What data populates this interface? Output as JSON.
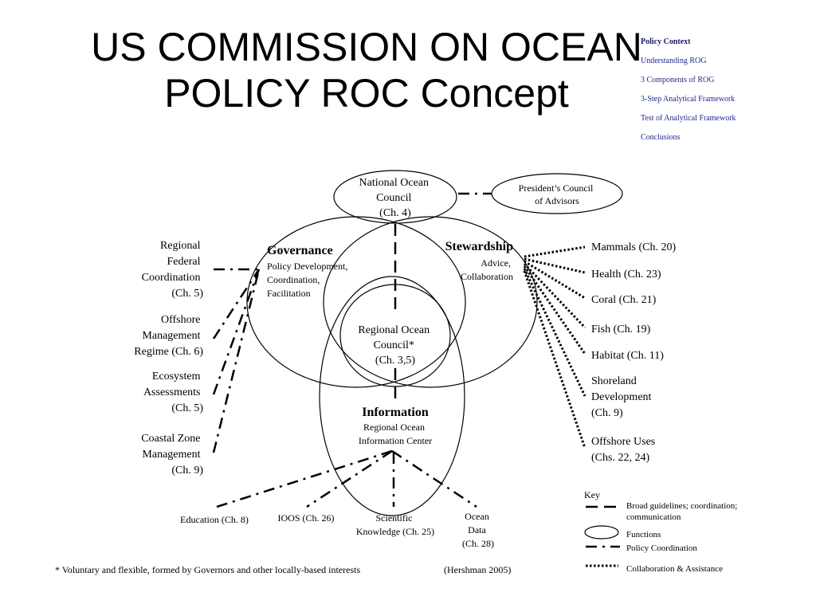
{
  "title": {
    "line1": "US COMMISSION ON OCEAN",
    "line2": "POLICY ROC Concept"
  },
  "nav": {
    "items": [
      {
        "label": "Policy Context",
        "current": true
      },
      {
        "label": "Understanding ROG",
        "current": false
      },
      {
        "label": "3 Components of ROG",
        "current": false
      },
      {
        "label": "3-Step Analytical Framework",
        "current": false
      },
      {
        "label": "Test of Analytical Framework",
        "current": false
      },
      {
        "label": "Conclusions",
        "current": false
      }
    ]
  },
  "diagram": {
    "national_council": [
      "National Ocean",
      "Council",
      "(Ch. 4)"
    ],
    "presidents_council": [
      "President’s Council",
      "of Advisors"
    ],
    "governance": {
      "heading": "Governance",
      "lines": [
        "Policy Development,",
        "Coordination,",
        "Facilitation"
      ]
    },
    "stewardship": {
      "heading": "Stewardship",
      "lines": [
        "Advice,",
        "Collaboration"
      ]
    },
    "regional_council": [
      "Regional Ocean",
      "Council*",
      "(Ch. 3,5)"
    ],
    "information": {
      "heading": "Information",
      "lines": [
        "Regional Ocean",
        "Information Center"
      ]
    },
    "left_items": [
      {
        "lines": [
          "Regional",
          "Federal",
          "Coordination",
          "(Ch. 5)"
        ]
      },
      {
        "lines": [
          "Offshore",
          "Management",
          "Regime (Ch. 6)"
        ]
      },
      {
        "lines": [
          "Ecosystem",
          "Assessments",
          "(Ch. 5)"
        ]
      },
      {
        "lines": [
          "Coastal Zone",
          "Management",
          "(Ch. 9)"
        ]
      }
    ],
    "right_items": [
      {
        "lines": [
          "Mammals (Ch. 20)"
        ]
      },
      {
        "lines": [
          "Health (Ch. 23)"
        ]
      },
      {
        "lines": [
          "Coral (Ch. 21)"
        ]
      },
      {
        "lines": [
          "Fish (Ch. 19)"
        ]
      },
      {
        "lines": [
          "Habitat (Ch. 11)"
        ]
      },
      {
        "lines": [
          "Shoreland",
          "Development",
          "(Ch. 9)"
        ]
      },
      {
        "lines": [
          "Offshore Uses",
          "(Chs. 22, 24)"
        ]
      }
    ],
    "bottom_items": [
      {
        "lines": [
          "Education (Ch. 8)"
        ]
      },
      {
        "lines": [
          "IOOS (Ch. 26)"
        ]
      },
      {
        "lines": [
          "Scientific",
          "Knowledge (Ch. 25)"
        ]
      },
      {
        "lines": [
          "Ocean",
          "Data",
          "(Ch. 28)"
        ]
      }
    ]
  },
  "key": {
    "title": "Key",
    "items": [
      {
        "label_lines": [
          "Broad guidelines; coordination;",
          "communication"
        ]
      },
      {
        "label_lines": [
          "Functions"
        ]
      },
      {
        "label_lines": [
          "Policy Coordination"
        ]
      },
      {
        "label_lines": [
          "Collaboration & Assistance"
        ]
      }
    ]
  },
  "footnote": "* Voluntary and flexible, formed by Governors and other locally-based interests",
  "citation": "(Hershman 2005)"
}
